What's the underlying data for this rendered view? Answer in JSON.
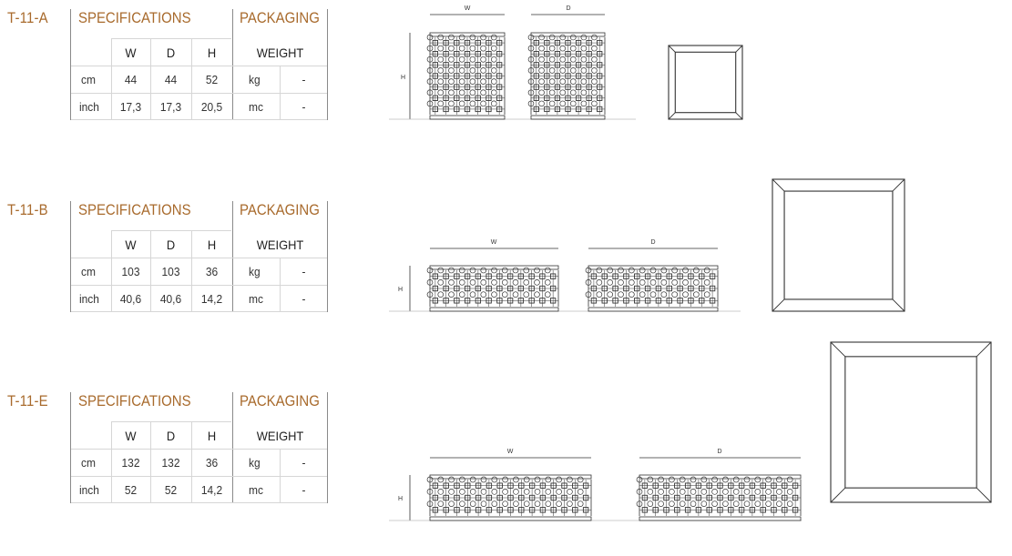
{
  "headers": {
    "specifications": "SPECIFICATIONS",
    "packaging": "PACKAGING",
    "w": "W",
    "d": "D",
    "h": "H",
    "weight": "WEIGHT"
  },
  "products": [
    {
      "code": "T-11-A",
      "rows": [
        {
          "unit": "cm",
          "w": "44",
          "d": "44",
          "h": "52",
          "pack_unit": "kg",
          "pack_value": "-"
        },
        {
          "unit": "inch",
          "w": "17,3",
          "d": "17,3",
          "h": "20,5",
          "pack_unit": "mc",
          "pack_value": "-"
        }
      ],
      "drawing_labels": {
        "w": "W",
        "d": "D",
        "h": "H"
      }
    },
    {
      "code": "T-11-B",
      "rows": [
        {
          "unit": "cm",
          "w": "103",
          "d": "103",
          "h": "36",
          "pack_unit": "kg",
          "pack_value": "-"
        },
        {
          "unit": "inch",
          "w": "40,6",
          "d": "40,6",
          "h": "14,2",
          "pack_unit": "mc",
          "pack_value": "-"
        }
      ],
      "drawing_labels": {
        "w": "W",
        "d": "D",
        "h": "H"
      }
    },
    {
      "code": "T-11-E",
      "rows": [
        {
          "unit": "cm",
          "w": "132",
          "d": "132",
          "h": "36",
          "pack_unit": "kg",
          "pack_value": "-"
        },
        {
          "unit": "inch",
          "w": "52",
          "d": "52",
          "h": "14,2",
          "pack_unit": "mc",
          "pack_value": "-"
        }
      ],
      "drawing_labels": {
        "w": "W",
        "d": "D",
        "h": "H"
      }
    }
  ],
  "colors": {
    "accent": "#a86a2c",
    "line": "#333333"
  }
}
